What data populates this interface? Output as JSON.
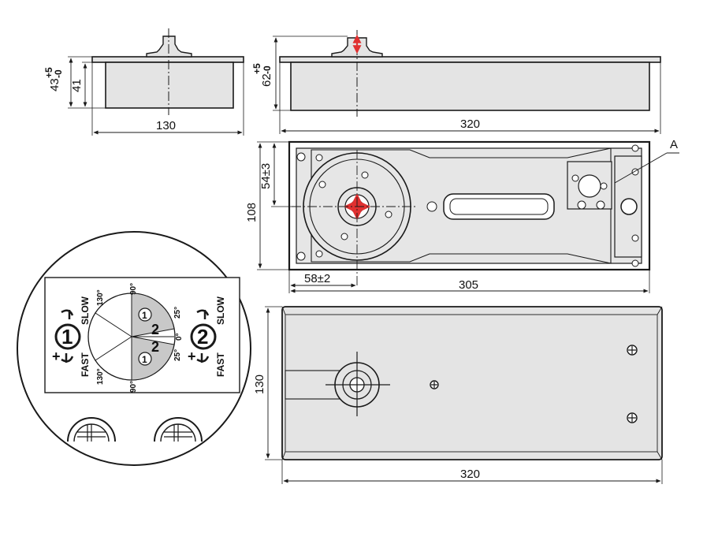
{
  "colors": {
    "body_fill": "#e4e4e4",
    "line": "#1a1a1a",
    "accent_red": "#e03030",
    "sector_shade": "#c8c8c8"
  },
  "dimensions": {
    "side_height_total": "43",
    "side_height_tol_top": "+5",
    "side_height_tol_bottom": "-0",
    "side_height_inner": "41",
    "side_width": "130",
    "front_height_total": "62",
    "front_height_tol_top": "+5",
    "front_height_tol_bottom": "-0",
    "front_length": "320",
    "top_height": "108",
    "top_offset_vertical": "54±3",
    "top_offset_horizontal": "58±2",
    "top_length": "305",
    "cover_height": "130",
    "cover_length": "320"
  },
  "detail_callout": "A",
  "detail_view": {
    "valve_1_number": "1",
    "valve_1_slow": "SLOW",
    "valve_1_fast": "FAST",
    "valve_2_number": "2",
    "valve_2_slow": "SLOW",
    "valve_2_fast": "FAST",
    "angle_90_top": "90°",
    "angle_130_top": "130°",
    "angle_25_top": "25°",
    "angle_0": "0°",
    "angle_25_bottom": "25°",
    "angle_130_bottom": "130°",
    "angle_90_bottom": "90°",
    "sector_label_1_top": "1",
    "sector_label_1_bottom": "1",
    "sector_label_2_a": "2",
    "sector_label_2_b": "2"
  }
}
